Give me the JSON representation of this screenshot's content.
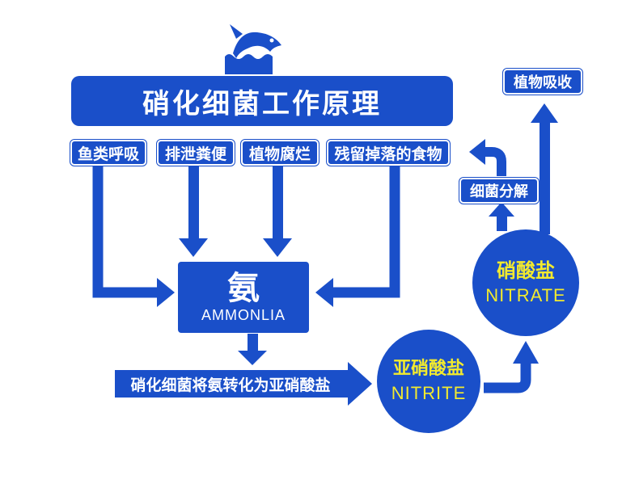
{
  "title": "硝化细菌工作原理",
  "sources": [
    {
      "label": "鱼类呼吸"
    },
    {
      "label": "排泄粪便"
    },
    {
      "label": "植物腐烂"
    },
    {
      "label": "残留掉落的食物"
    }
  ],
  "ammonia": {
    "cn": "氨",
    "en": "AMMONLIA"
  },
  "conversion_label": "硝化细菌将氨转化为亚硝酸盐",
  "nitrite": {
    "cn": "亚硝酸盐",
    "en": "NITRITE"
  },
  "nitrate": {
    "cn": "硝酸盐",
    "en": "NITRATE"
  },
  "bacteria_decompose": "细菌分解",
  "plant_absorb": "植物吸收",
  "colors": {
    "primary_blue": "#1a4fc9",
    "highlight_yellow": "#f2ea2e"
  },
  "icons": {
    "logo": "fish-icon"
  }
}
